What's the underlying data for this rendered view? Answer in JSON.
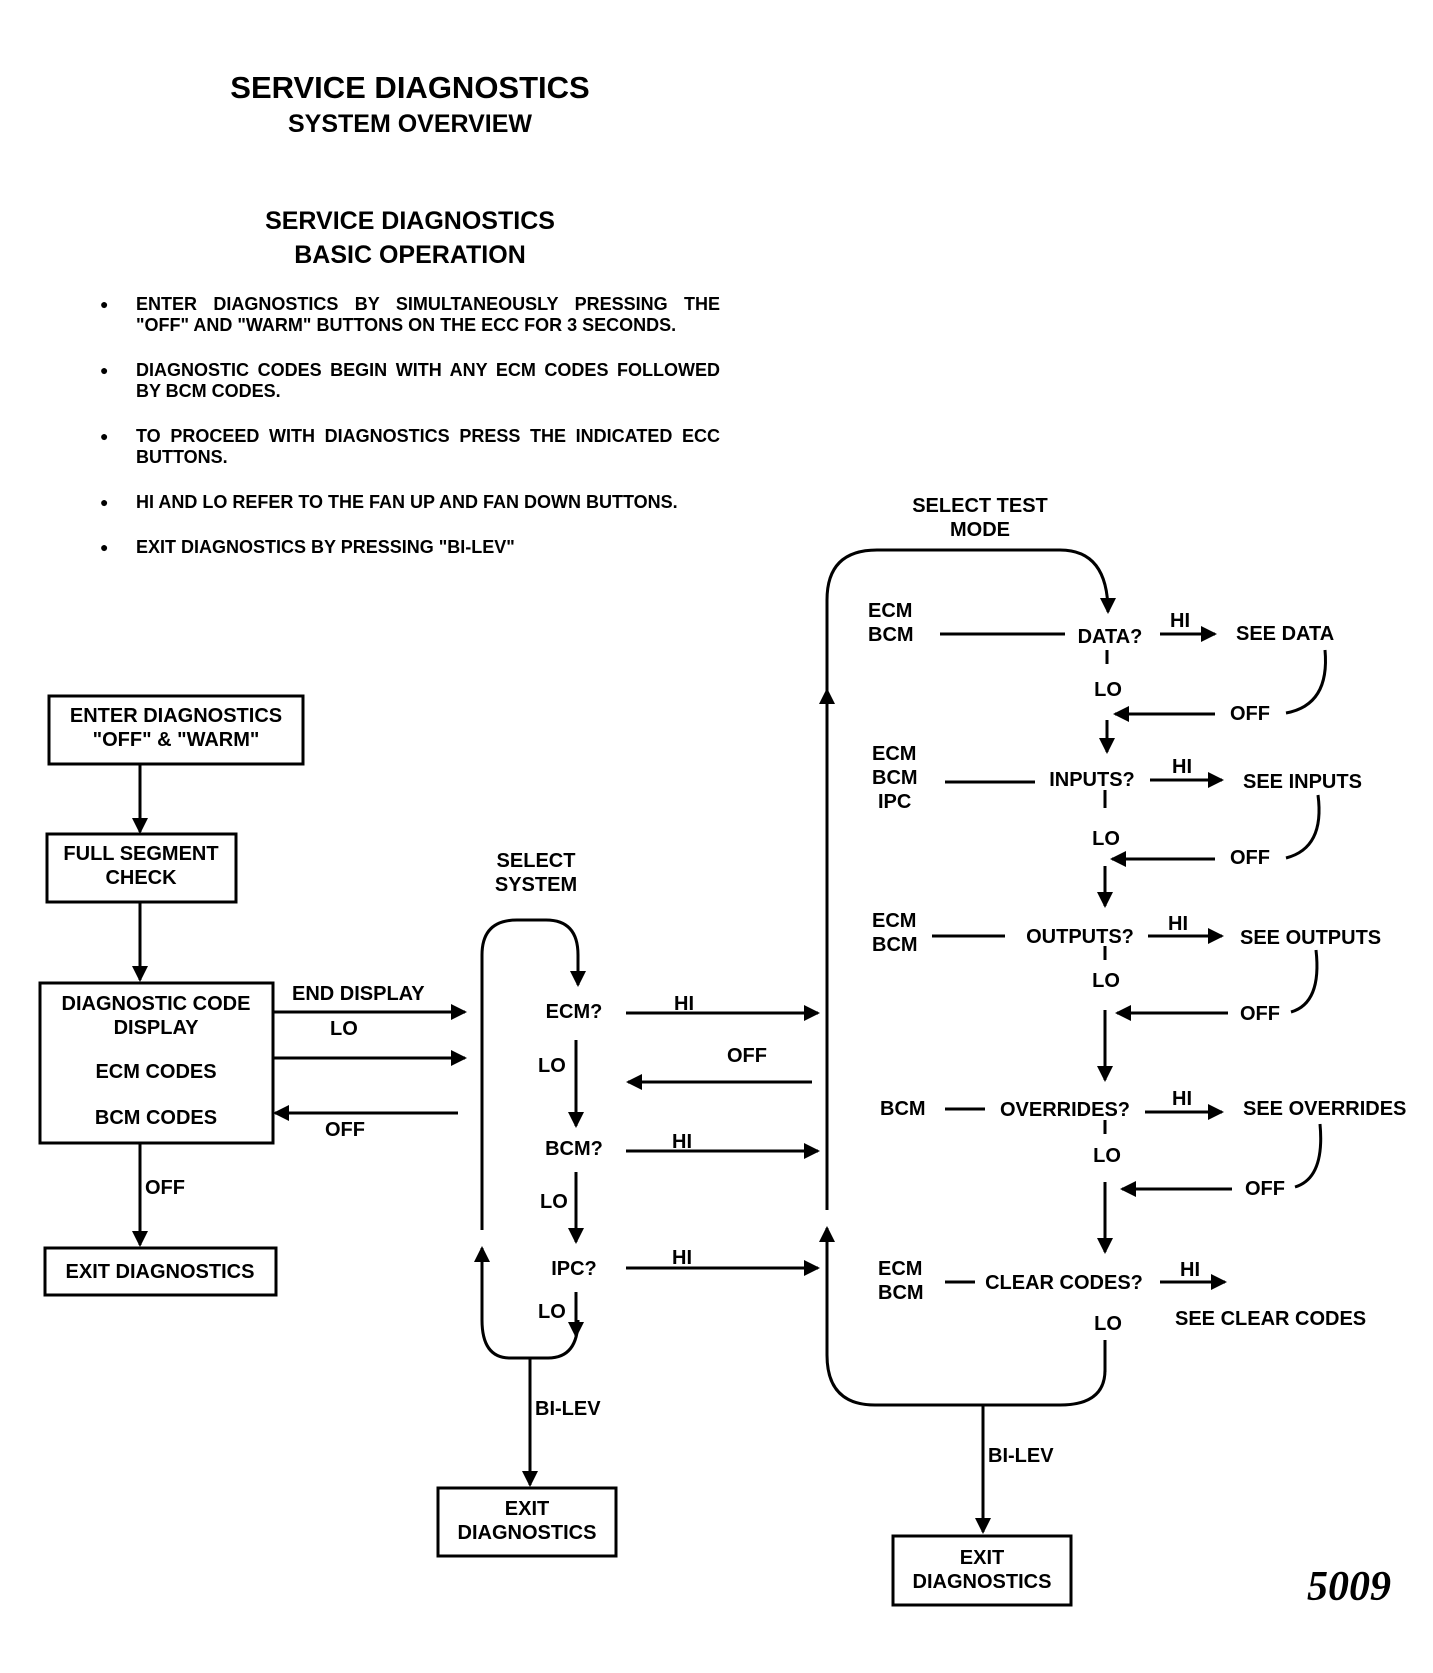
{
  "header": {
    "title": "SERVICE DIAGNOSTICS",
    "subtitle": "SYSTEM OVERVIEW",
    "section_title": "SERVICE DIAGNOSTICS",
    "section_subtitle": "BASIC OPERATION"
  },
  "bullets": [
    "ENTER DIAGNOSTICS BY SIMULTANEOUSLY PRESSING THE \"OFF\" AND \"WARM\" BUTTONS ON THE ECC FOR 3 SECONDS.",
    "DIAGNOSTIC CODES BEGIN WITH ANY ECM CODES FOLLOWED BY BCM CODES.",
    "TO PROCEED WITH DIAGNOSTICS PRESS THE INDICATED ECC BUTTONS.",
    "HI AND LO REFER TO THE FAN UP AND FAN DOWN BUTTONS.",
    "EXIT DIAGNOSTICS BY PRESSING \"BI-LEV\""
  ],
  "left_flow": {
    "enter_l1": "ENTER DIAGNOSTICS",
    "enter_l2": "\"OFF\" & \"WARM\"",
    "segment_l1": "FULL SEGMENT",
    "segment_l2": "CHECK",
    "code_l1": "DIAGNOSTIC CODE",
    "code_l2": "DISPLAY",
    "ecm_codes": "ECM CODES",
    "bcm_codes": "BCM CODES",
    "end_display": "END DISPLAY",
    "lo": "LO",
    "off_return": "OFF",
    "off_exit": "OFF",
    "exit": "EXIT DIAGNOSTICS"
  },
  "select_system": {
    "title_l1": "SELECT",
    "title_l2": "SYSTEM",
    "ecm": "ECM?",
    "bcm": "BCM?",
    "ipc": "IPC?",
    "lo1": "LO",
    "lo2": "LO",
    "lo3": "LO",
    "hi1": "HI",
    "hi2": "HI",
    "hi3": "HI",
    "off": "OFF",
    "bilev": "BI-LEV",
    "exit_l1": "EXIT",
    "exit_l2": "DIAGNOSTICS"
  },
  "select_test": {
    "title_l1": "SELECT TEST",
    "title_l2": "MODE",
    "modes": [
      {
        "sys": [
          "ECM",
          "BCM"
        ],
        "label": "DATA?",
        "hi": "HI",
        "see": "SEE DATA",
        "lo": "LO",
        "off": "OFF"
      },
      {
        "sys": [
          "ECM",
          "BCM",
          "IPC"
        ],
        "label": "INPUTS?",
        "hi": "HI",
        "see": "SEE INPUTS",
        "lo": "LO",
        "off": "OFF"
      },
      {
        "sys": [
          "ECM",
          "BCM"
        ],
        "label": "OUTPUTS?",
        "hi": "HI",
        "see": "SEE OUTPUTS",
        "lo": "LO",
        "off": "OFF"
      },
      {
        "sys": [
          "BCM"
        ],
        "label": "OVERRIDES?",
        "hi": "HI",
        "see": "SEE OVERRIDES",
        "lo": "LO",
        "off": "OFF"
      },
      {
        "sys": [
          "ECM",
          "BCM"
        ],
        "label": "CLEAR CODES?",
        "hi": "HI",
        "see": "SEE CLEAR CODES",
        "lo": "LO"
      }
    ],
    "bilev": "BI-LEV",
    "exit_l1": "EXIT",
    "exit_l2": "DIAGNOSTICS"
  },
  "page_number": "5009"
}
